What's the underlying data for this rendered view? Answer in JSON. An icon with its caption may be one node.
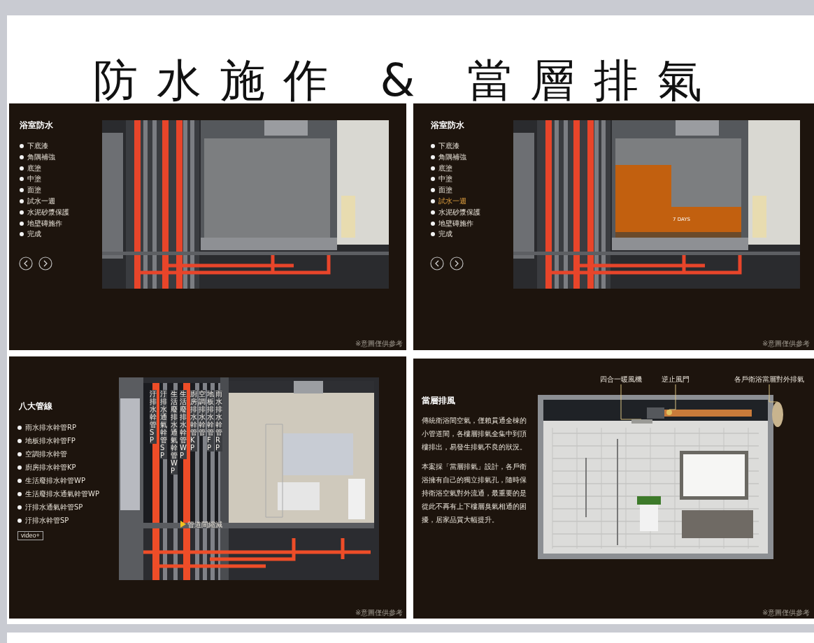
{
  "diagram": {
    "title": "防水施作 & 當層排氣",
    "nodes": [
      {
        "text": [
          "四合一暖風機"
        ]
      },
      {
        "text": [
          "逆止風門"
        ]
      },
      {
        "text": [
          "各戶衛浴當層對外排氣"
        ]
      },
      {
        "text": [],
        "shape": "box"
      },
      {
        "text": [],
        "shape": "circle"
      },
      {
        "text": [],
        "shape": "circle"
      }
    ],
    "edges": [
      {
        "from": 0,
        "to": 3,
        "arrow": "none"
      },
      {
        "from": 1,
        "to": 4,
        "arrow": "none"
      },
      {
        "from": 2,
        "to": 5,
        "arrow": "none"
      }
    ],
    "labels": [
      "浴室防水",
      "下底漆",
      "角隅補強",
      "底塗",
      "中塗",
      "面塗",
      "試水一週",
      "水泥砂漿保護",
      "地壁磚施作",
      "完成",
      "※意圖僅供參考",
      "浴室防水",
      "下底漆",
      "角隅補強",
      "底塗",
      "中塗",
      "面塗",
      "試水一週",
      "水泥砂漿保護",
      "地壁磚施作",
      "完成",
      "7 DAYS",
      "※意圖僅供參考",
      "八大管線",
      "雨水排水幹管RP",
      "地板排水幹管FP",
      "空調排水幹管",
      "廚房排水幹管KP",
      "生活廢排水幹管WP",
      "生活廢排水通氣幹管WP",
      "汙排水通氣幹管SP",
      "汙排水幹管SP",
      "video+",
      "汙排水幹管SP",
      "汙排水通氣幹管SP",
      "生活廢排水通氣幹管WP",
      "生活廢排水幹管WP",
      "廚房排水幹管KP",
      "空調排水幹管",
      "地板排水幹管FP",
      "雨水排水幹管RP",
      "管道間縮減",
      "※意圖僅供參考",
      "當層排風",
      "傳統衛浴間空氣，僅賴貫通全棟的小管道間，各樓層排氣全集中到頂樓排出，易發生排氣不良的狀況。",
      "本案採「當層排氣」設計，各戶衛浴擁有自己的獨立排氣孔，隨時保持衛浴空氣對外流通，最重要的是從此不再有上下樓層臭氣相通的困擾，居家品質大幅提升。",
      "※意圖僅供參考"
    ]
  }
}
